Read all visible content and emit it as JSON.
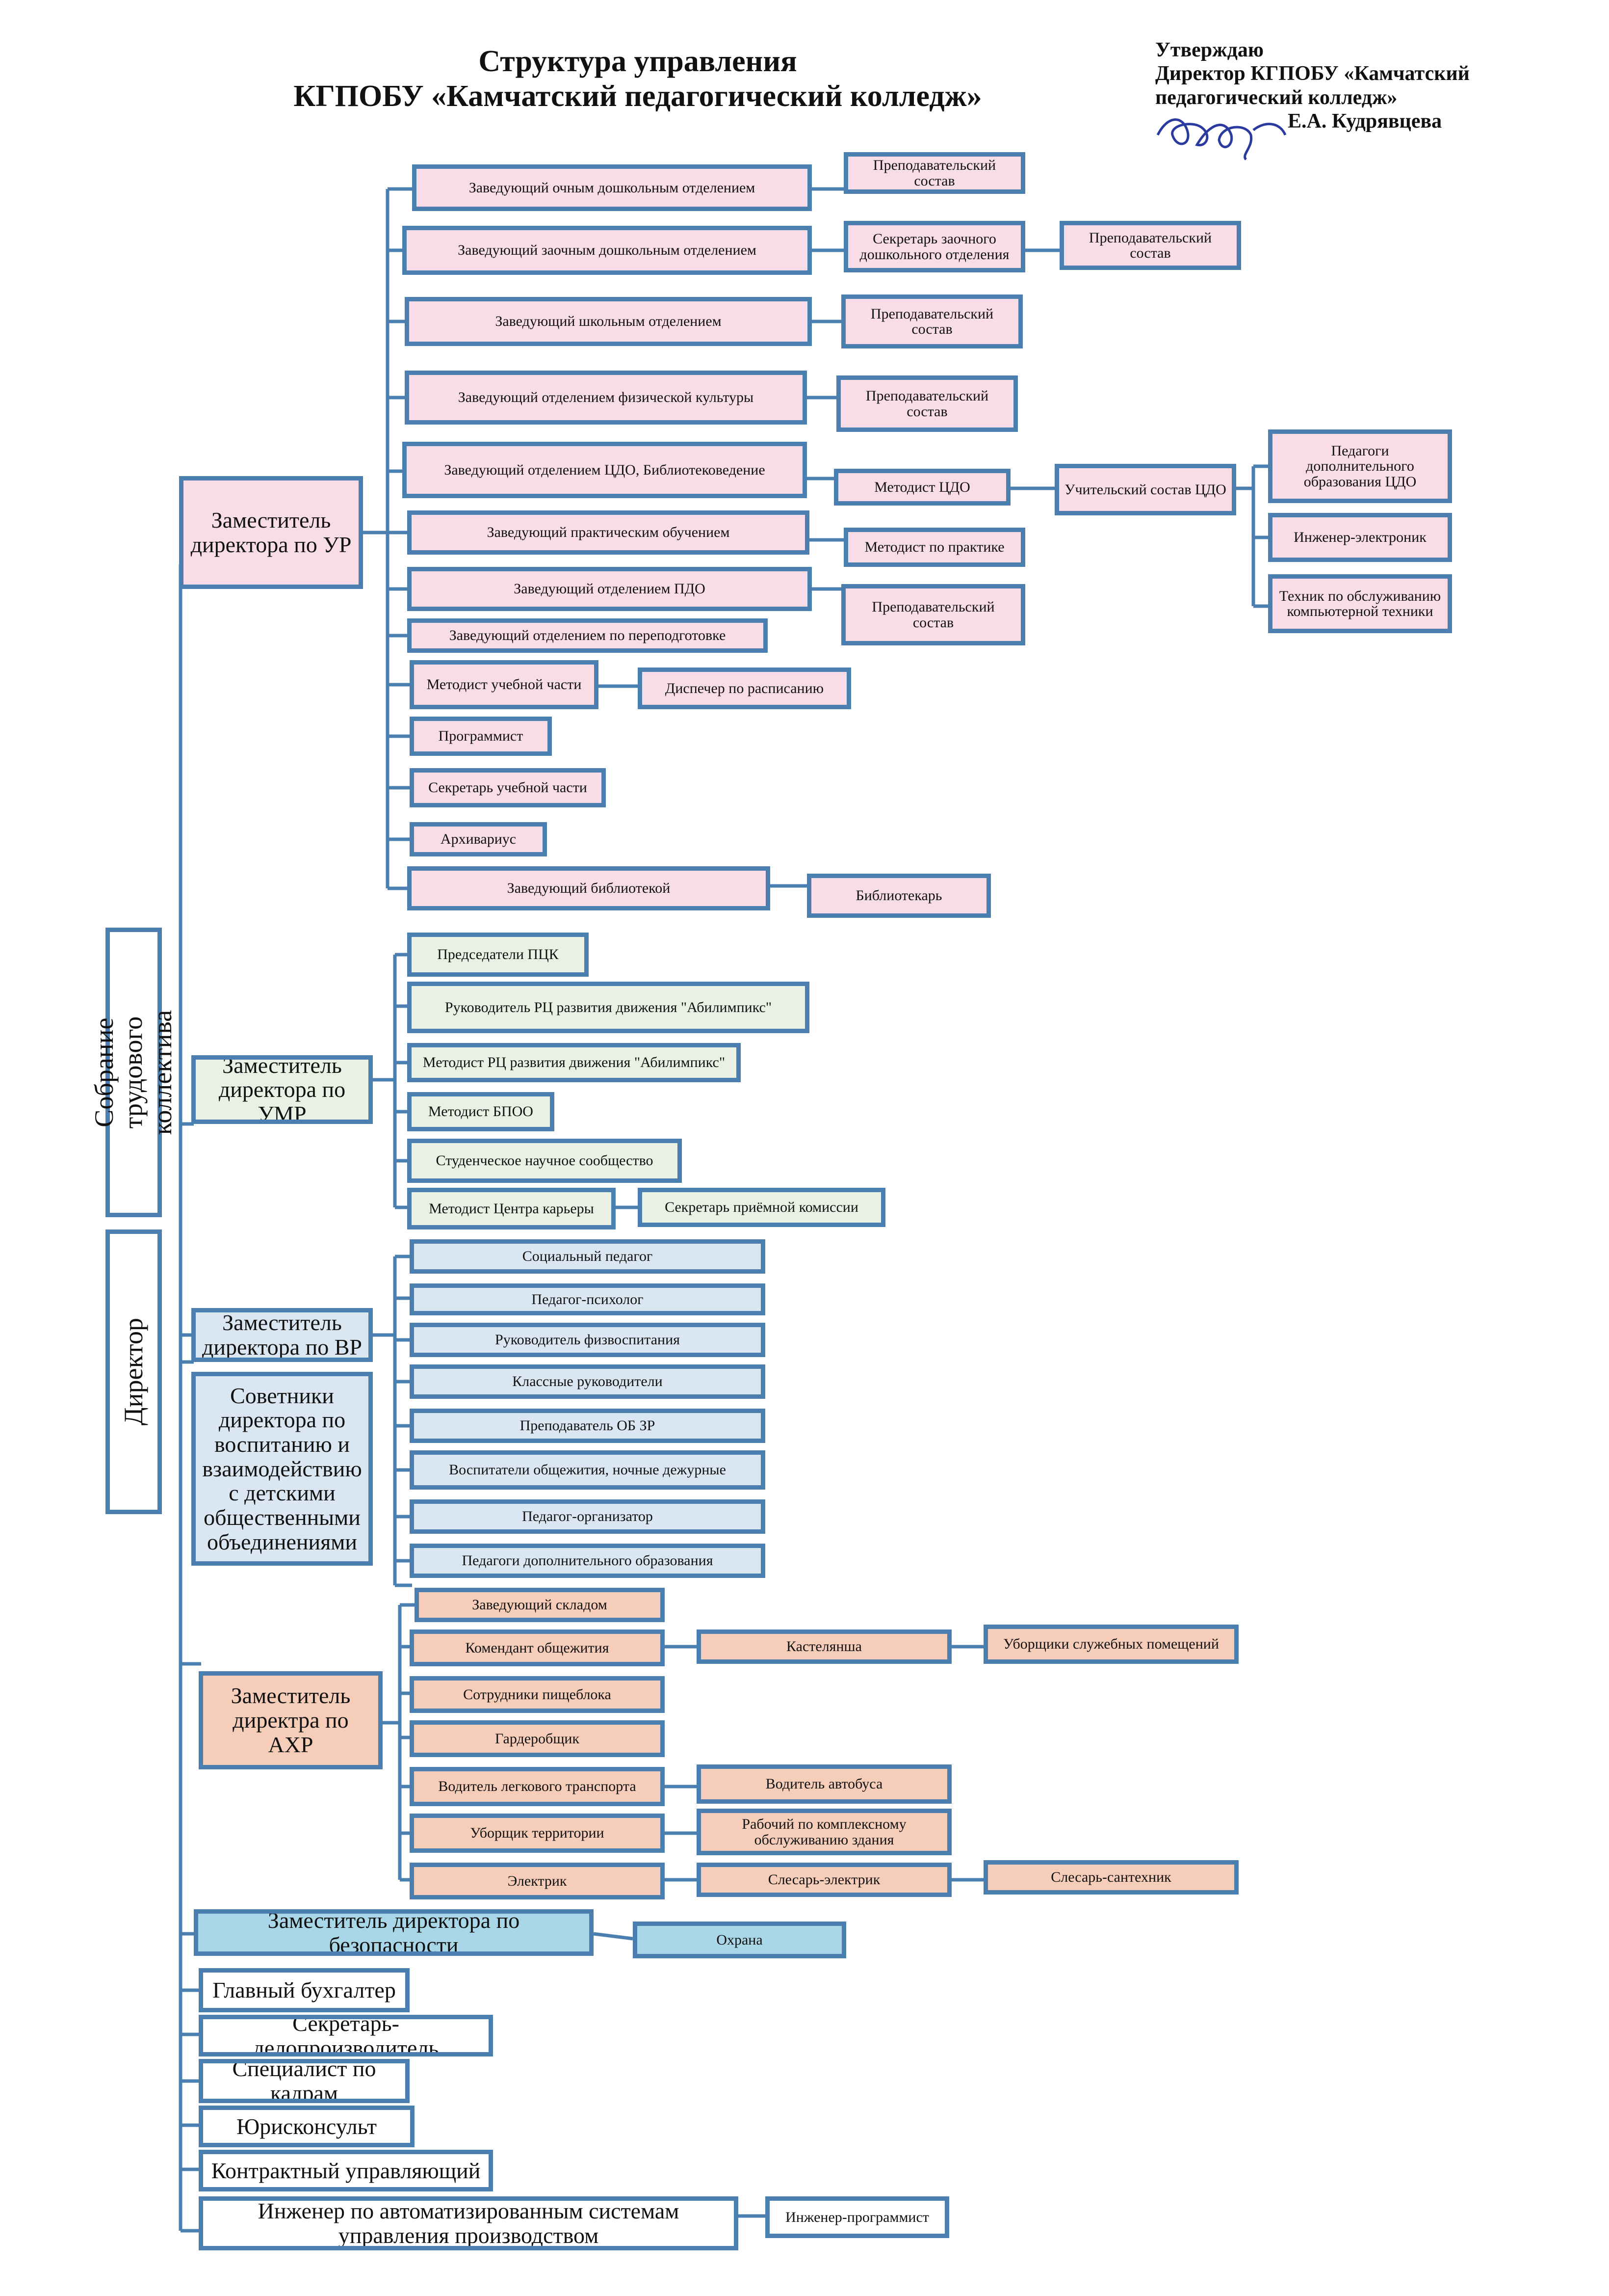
{
  "title": {
    "line1": "Структура управления",
    "line2": "КГПОБУ «Камчатский педагогический колледж»"
  },
  "approval": {
    "line1": "Утверждаю",
    "line2": "Директор КГПОБУ «Камчатский",
    "line3": "педагогический колледж»",
    "name": "Е.А. Кудрявцева"
  },
  "left": {
    "assembly": "Собрание трудового коллектива",
    "director": "Директор"
  },
  "deputies": {
    "ur": "Заместитель директора по УР",
    "umr": "Заместитель директора по УМР",
    "vr": "Заместитель директора по ВР",
    "advisers": "Советники директора по воспитанию и взаимодействию с детскими общественными объединениями",
    "ahr": "Заместитель директра по АХР",
    "security": "Заместитель директора по безопасности",
    "accountant": "Главный бухгалтер",
    "secretary": "Секретарь-делопроизводитель",
    "hr": "Специалист по кадрам",
    "lawyer": "Юрисконсульт",
    "contract": "Контрактный управляющий",
    "asu": "Инженер по автоматизированным системам управления производством"
  },
  "ur": {
    "b1": "Заведующий очным дошкольным отделением",
    "b1a": "Преподавательский состав",
    "b2": "Заведующий заочным дошкольным отделением",
    "b2a": "Секретарь заочного дошкольного отделения",
    "b2b": "Преподавательский состав",
    "b3": "Заведующий школьным отделением",
    "b3a": "Преподавательский состав",
    "b4": "Заведующий отделением физической культуры",
    "b4a": "Преподавательский состав",
    "b5": "Заведующий отделением ЦДО, Библиотековедение",
    "b5a": "Методист ЦДО",
    "b5b": "Учительский состав ЦДО",
    "b5c": "Педагоги дополнительного образования ЦДО",
    "b5d": "Инженер-электроник",
    "b5e": "Техник по обслуживанию компьютерной техники",
    "b6": "Заведующий практическим обучением",
    "b6a": "Методист по практике",
    "b7": "Заведующий отделением ПДО",
    "b7a": "Преподавательский состав",
    "b8": "Заведующий отделением по переподготовке",
    "b9": "Методист учебной части",
    "b9a": "Диспечер по расписанию",
    "b10": "Программист",
    "b11": "Секретарь учебной части",
    "b12": "Архивариус",
    "b13": "Заведующий библиотекой",
    "b13a": "Библиотекарь"
  },
  "umr": {
    "c1": "Председатели ПЦК",
    "c2": "Руководитель РЦ развития движения \"Абилимпикс\"",
    "c3": "Методист РЦ развития движения \"Абилимпикс\"",
    "c4": "Методист БПОО",
    "c5": "Студенческое научное сообщество",
    "c6": "Методист Центра карьеры",
    "c6a": "Секретарь приёмной комиссии"
  },
  "vr": {
    "d1": "Социальный педагог",
    "d2": "Педагог-психолог",
    "d3": "Руководитель физвоспитания",
    "d4": "Классные руководители",
    "d5": "Преподаватель ОБ ЗР",
    "d6": "Воспитатели общежития, ночные дежурные",
    "d7": "Педагог-организатор",
    "d8": "Педагоги дополнительного образования"
  },
  "ahr": {
    "e1": "Заведующий складом",
    "e2": "Комендант общежития",
    "e2a": "Кастелянша",
    "e2b": "Уборщики служебных помещений",
    "e3": "Сотрудники пищеблока",
    "e4": "Гардеробщик",
    "e5": "Водитель легкового транспорта",
    "e5a": "Водитель автобуса",
    "e6": "Уборщик территории",
    "e6a": "Рабочий по комплексному обслуживанию здания",
    "e7": "Электрик",
    "e7a": "Слесарь-электрик",
    "e7b": "Слесарь-сантехник"
  },
  "security": {
    "guard": "Охрана"
  },
  "asu": {
    "programmer": "Инженер-программист"
  },
  "colors": {
    "border": "#4a7fb0",
    "pink": "#f8dde6",
    "blue": "#dbe6f3",
    "green": "#e9f1e4",
    "peach": "#f6cdb8",
    "cyan": "#a9d7e8",
    "signature": "#2b3a9e"
  }
}
